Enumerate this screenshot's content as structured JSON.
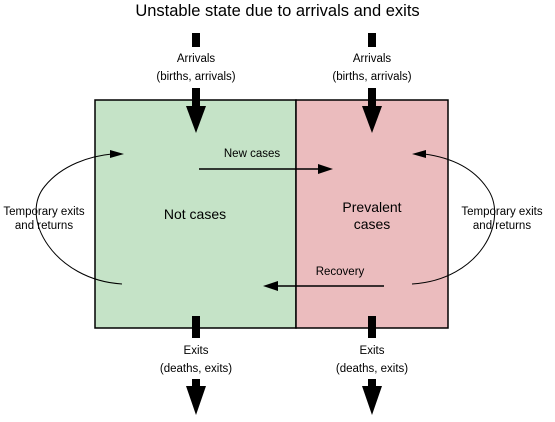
{
  "title": "Unstable state due to arrivals and exits",
  "arrivals_left": {
    "line1": "Arrivals",
    "line2": "(births, arrivals)"
  },
  "arrivals_right": {
    "line1": "Arrivals",
    "line2": "(births, arrivals)"
  },
  "exits_left": {
    "line1": "Exits",
    "line2": "(deaths, exits)"
  },
  "exits_right": {
    "line1": "Exits",
    "line2": "(deaths, exits)"
  },
  "box_not_cases": {
    "label": "Not cases",
    "color": "#c5e3c7"
  },
  "box_prevalent": {
    "line1": "Prevalent",
    "line2": "cases",
    "color": "#ebbcbe"
  },
  "new_cases_label": "New cases",
  "recovery_label": "Recovery",
  "temp_left": {
    "line1": "Temporary exits",
    "line2": "and returns"
  },
  "temp_right": {
    "line1": "Temporary exits",
    "line2": "and returns"
  }
}
